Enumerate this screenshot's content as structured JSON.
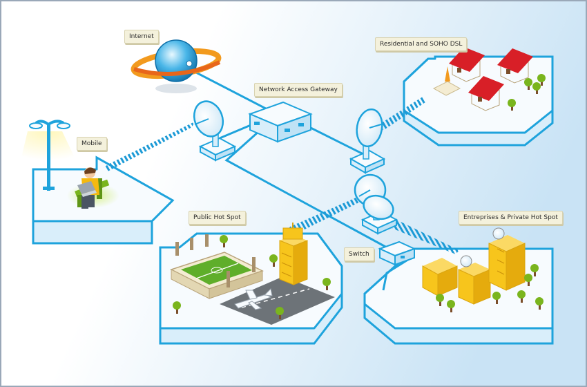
{
  "labels": {
    "internet": "Internet",
    "residential": "Residential and SOHO DSL",
    "gateway": "Network Access Gateway",
    "mobile": "Mobile",
    "public_hotspot": "Public Hot Spot",
    "switch": "Switch",
    "enterprises": "Entreprises & Private Hot Spot"
  },
  "colors": {
    "line": "#1ea3dc",
    "platform_top": "#f7fbfe",
    "platform_side": "#d9eefa",
    "platform_edge": "#1ea3dc",
    "building_yellow": "#f7c51c",
    "roof_red": "#d81f27",
    "tree": "#7ab51d",
    "background_gradient_start": "#ffffff",
    "background_gradient_end": "#c9e3f5"
  },
  "icons": [
    "globe-icon",
    "satellite-dish-icon",
    "gateway-box-icon",
    "switch-box-icon",
    "street-lamp-icon",
    "person-with-laptop-icon",
    "house-icon",
    "stadium-icon",
    "tower-icon",
    "airplane-icon",
    "office-building-icon",
    "tree-icon"
  ]
}
